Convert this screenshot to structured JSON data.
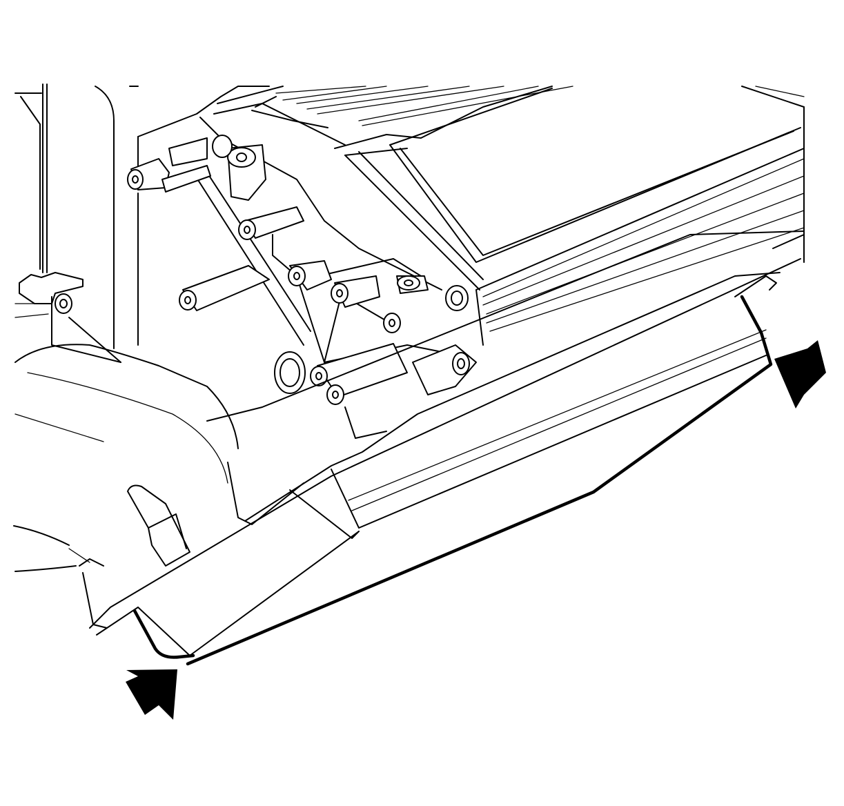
{
  "diagram": {
    "type": "technical-line-illustration",
    "subject": "hvac-module-lower-cover",
    "labels": [],
    "callout_arrows": [
      {
        "name": "right-callout-arrow",
        "direction": "down-left"
      },
      {
        "name": "left-callout-arrow",
        "direction": "down-right"
      }
    ],
    "colors": {
      "line": "#000000",
      "background": "#ffffff"
    }
  }
}
